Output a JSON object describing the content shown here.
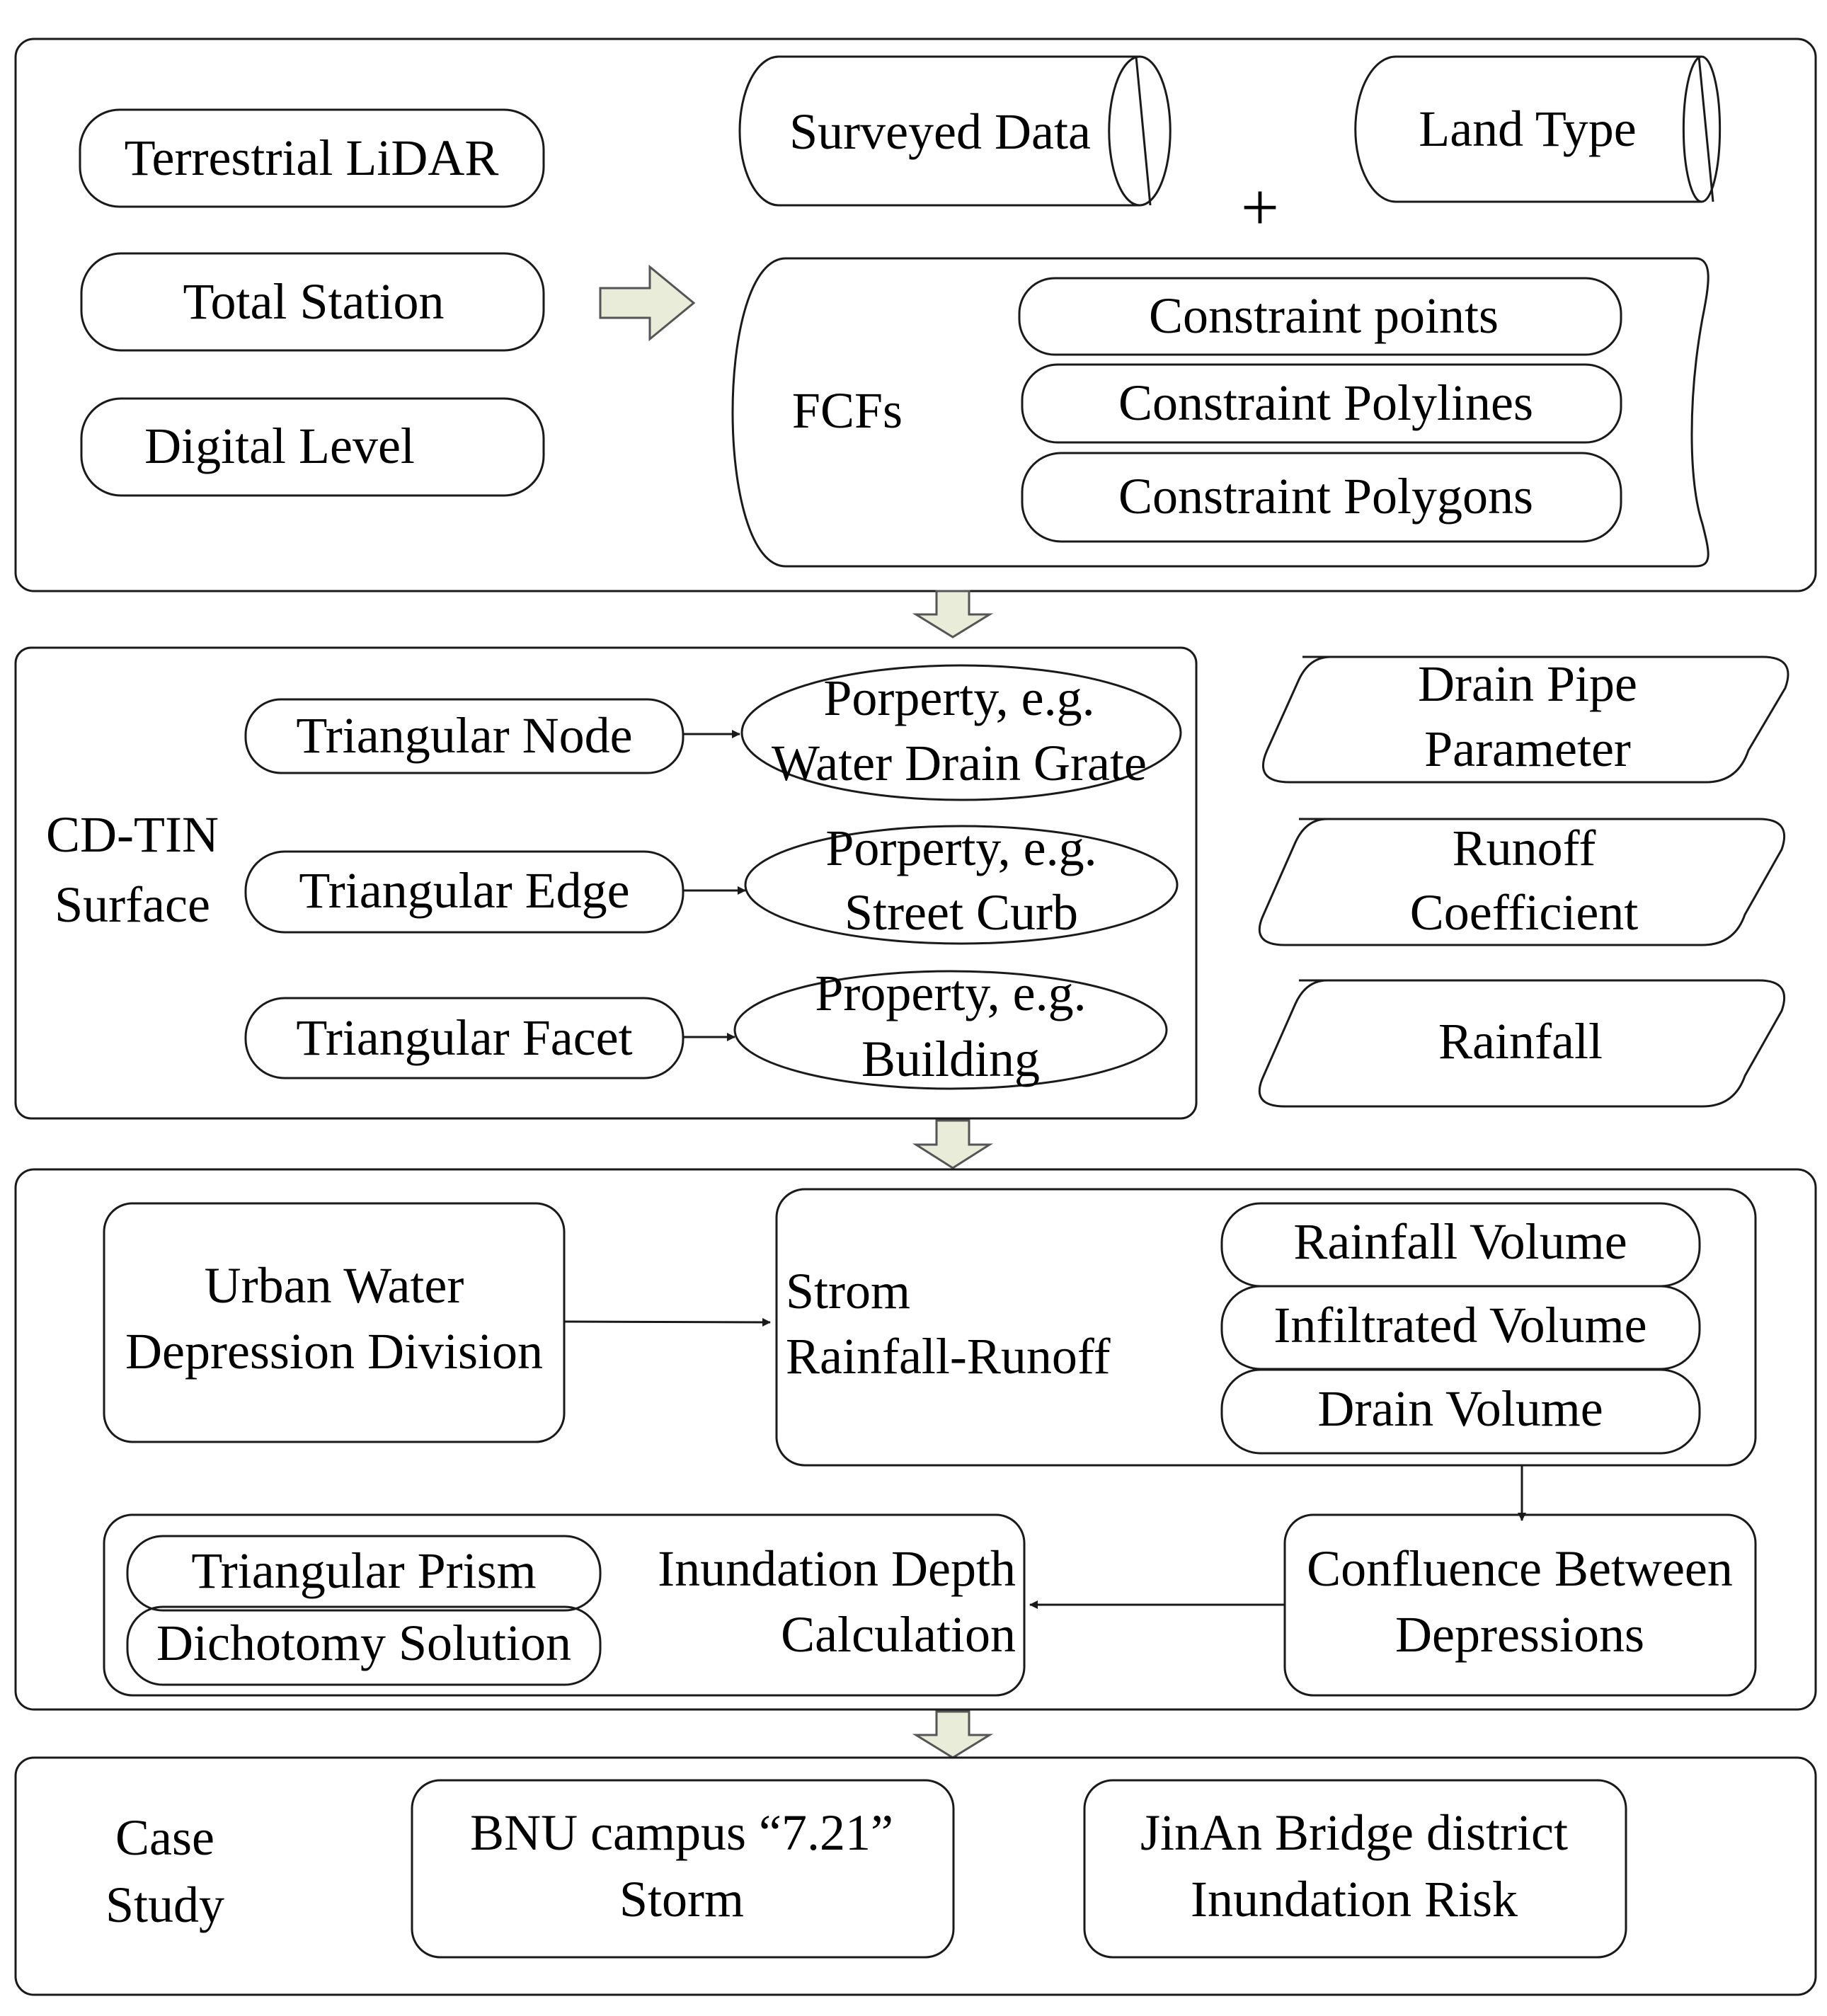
{
  "colors": {
    "stroke": "#1a1a1a",
    "text": "#000000",
    "arrow_fill": "#e8ecd9",
    "arrow_stroke": "#555555",
    "background": "#ffffff"
  },
  "section1": {
    "sources": [
      "Terrestrial LiDAR",
      "Total Station",
      "Digital Level"
    ],
    "surveyed_data": "Surveyed Data",
    "land_type": "Land Type",
    "plus": "+",
    "fcfs": {
      "label": "FCFs",
      "items": [
        "Constraint points",
        "Constraint Polylines",
        "Constraint Polygons"
      ]
    }
  },
  "section2": {
    "surface_label": [
      "CD-TIN",
      "Surface"
    ],
    "rows": [
      {
        "element": "Triangular Node",
        "property": [
          "Porperty, e.g.",
          "Water Drain Grate"
        ]
      },
      {
        "element": "Triangular Edge",
        "property": [
          "Porperty, e.g.",
          "Street Curb"
        ]
      },
      {
        "element": "Triangular Facet",
        "property": [
          "Property, e.g.",
          "Building"
        ]
      }
    ],
    "inputs": [
      [
        "Drain Pipe",
        "Parameter"
      ],
      [
        "Runoff",
        "Coefficient"
      ],
      [
        "Rainfall"
      ]
    ]
  },
  "section3": {
    "depression_division": [
      "Urban Water",
      "Depression Division"
    ],
    "storm": {
      "label": [
        "Strom",
        "Rainfall-Runoff"
      ],
      "items": [
        "Rainfall Volume",
        "Infiltrated Volume",
        "Drain Volume"
      ]
    },
    "confluence": [
      "Confluence Between",
      "Depressions"
    ],
    "inundation": {
      "items": [
        "Triangular Prism",
        "Dichotomy Solution"
      ],
      "label": [
        "Inundation Depth",
        "Calculation"
      ]
    }
  },
  "section4": {
    "label": [
      "Case",
      "Study"
    ],
    "cases": [
      [
        "BNU campus “7.21”",
        "Storm"
      ],
      [
        "JinAn Bridge district",
        "Inundation Risk"
      ]
    ]
  }
}
